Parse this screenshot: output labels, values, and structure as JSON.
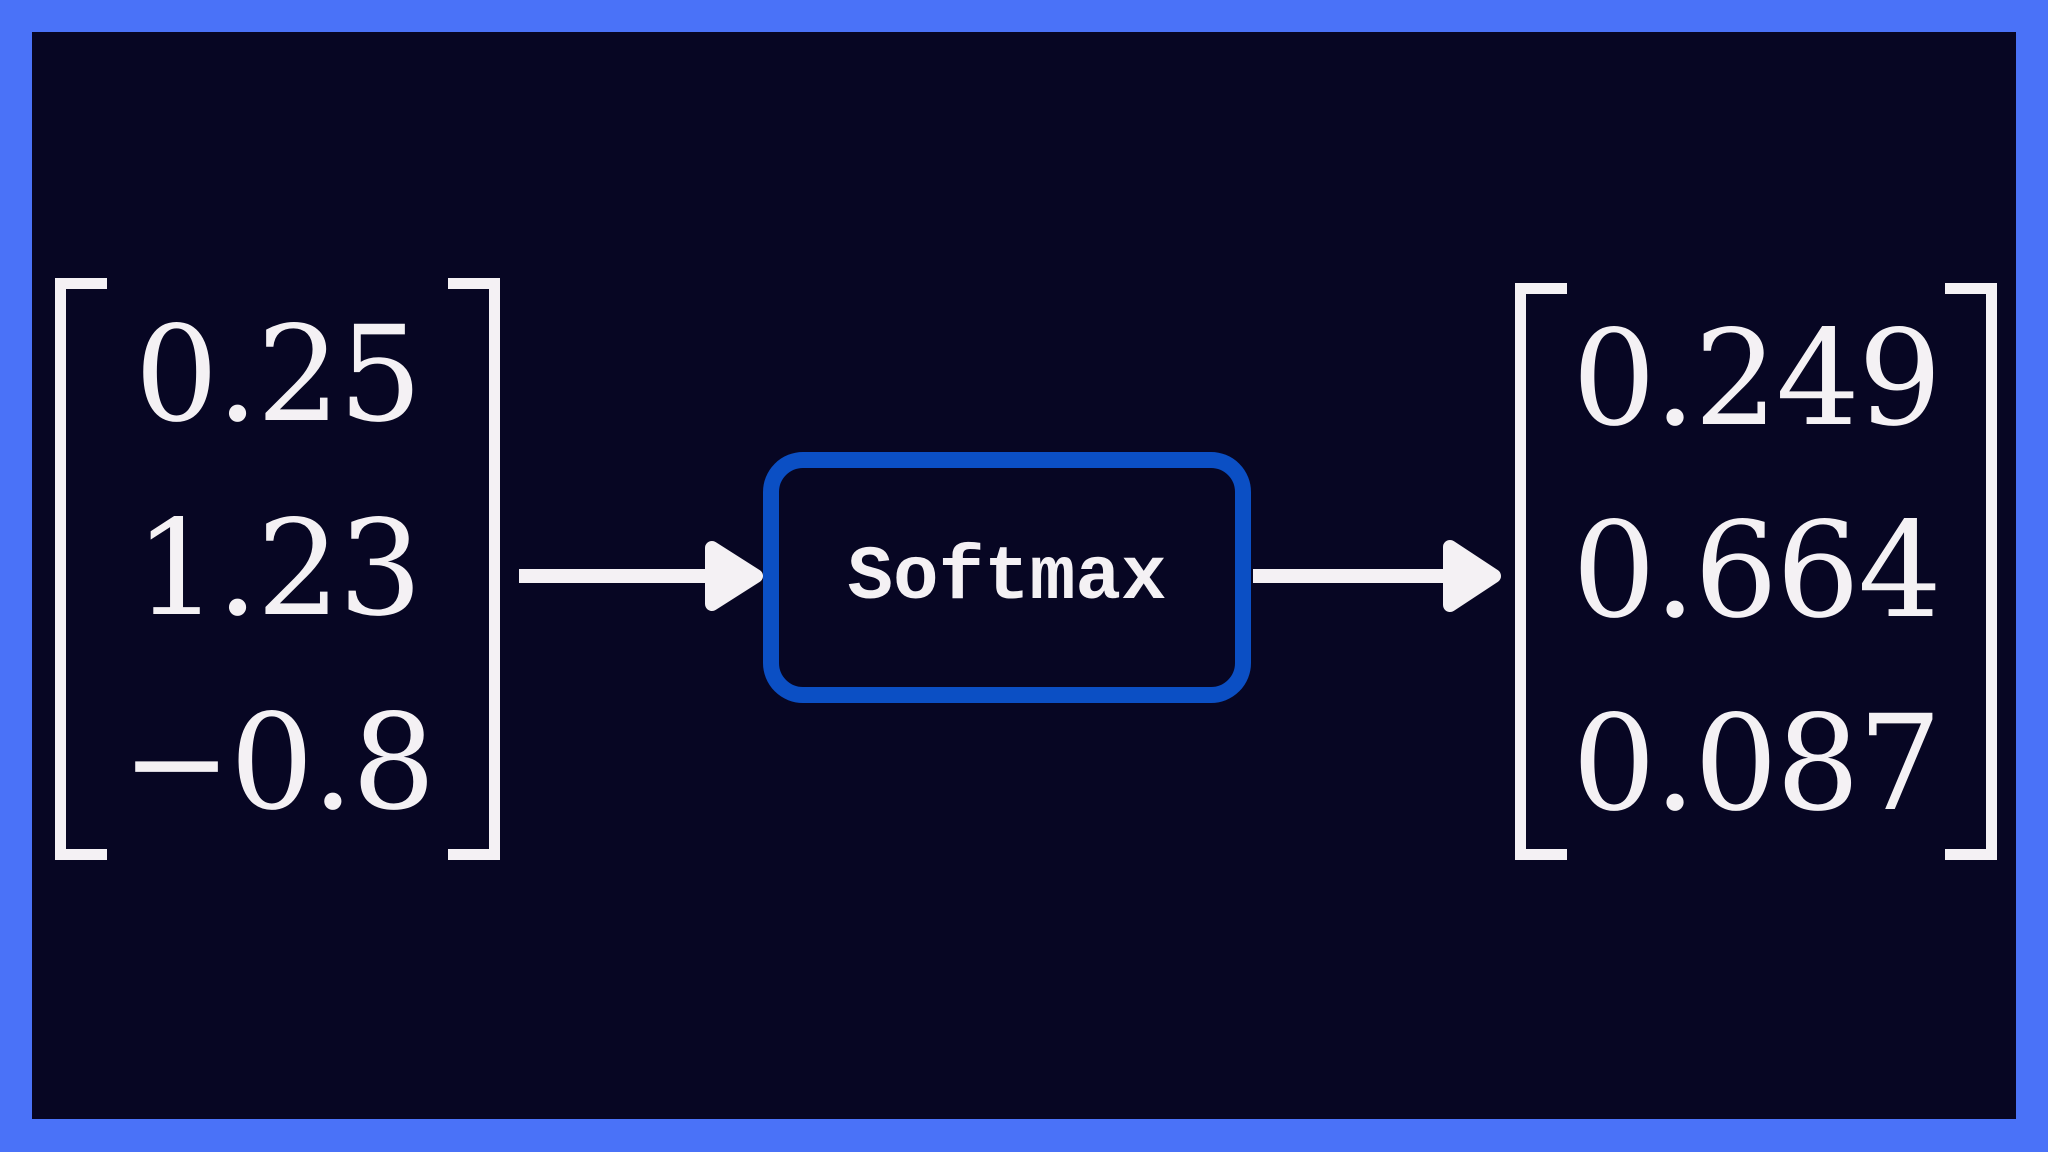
{
  "diagram": {
    "title_semantic": "softmax-transformation",
    "input_matrix": {
      "rows": [
        "0.25",
        "1.23",
        "−0.8"
      ]
    },
    "operation": {
      "label": "Softmax"
    },
    "output_matrix": {
      "rows": [
        "0.249",
        "0.664",
        "0.087"
      ]
    },
    "colors": {
      "frame": "#4a72f8",
      "background": "#070623",
      "box_border": "#0b4fc4",
      "text": "#f4f1f4"
    }
  }
}
